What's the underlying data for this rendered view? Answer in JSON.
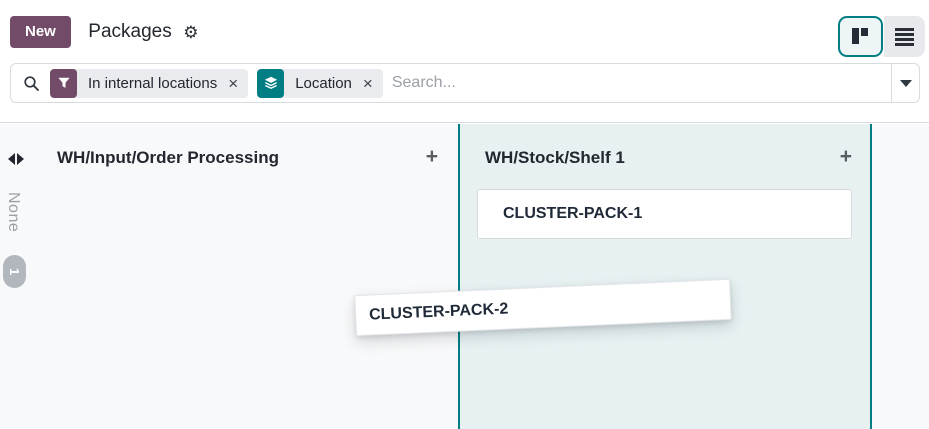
{
  "header": {
    "new_button": "New",
    "title": "Packages",
    "view_switcher": {
      "kanban_label": "kanban-view",
      "list_label": "list-view",
      "active": "kanban"
    }
  },
  "search": {
    "facets": [
      {
        "type": "filter",
        "icon": "filter-funnel-icon",
        "label": "In internal locations",
        "removable": true
      },
      {
        "type": "groupby",
        "icon": "layers-icon",
        "label": "Location",
        "removable": true
      }
    ],
    "placeholder": "Search..."
  },
  "kanban": {
    "collapsed_column": {
      "label": "None",
      "count": "1"
    },
    "columns": [
      {
        "title": "WH/Input/Order Processing",
        "cards": []
      },
      {
        "title": "WH/Stock/Shelf 1",
        "cards": [
          "CLUSTER-PACK-1"
        ],
        "highlighted": true
      }
    ],
    "dragged_card": {
      "label": "CLUSTER-PACK-2"
    }
  },
  "icons": {
    "gear": "⚙",
    "close": "×",
    "plus": "+",
    "search": "magnifier-icon",
    "caret": "caret-down-icon",
    "fold": "unfold-arrows-icon"
  },
  "colors": {
    "brand_purple": "#714B67",
    "accent_teal": "#017e84",
    "column_highlight_bg": "#e7f1f2",
    "content_bg": "#f8f9fa",
    "facet_bg": "#e9ebee",
    "border_gray": "#d8dadd",
    "badge_gray": "#b1b7bd",
    "text_dark": "#23272f",
    "muted_gray": "#9aa0a6"
  }
}
